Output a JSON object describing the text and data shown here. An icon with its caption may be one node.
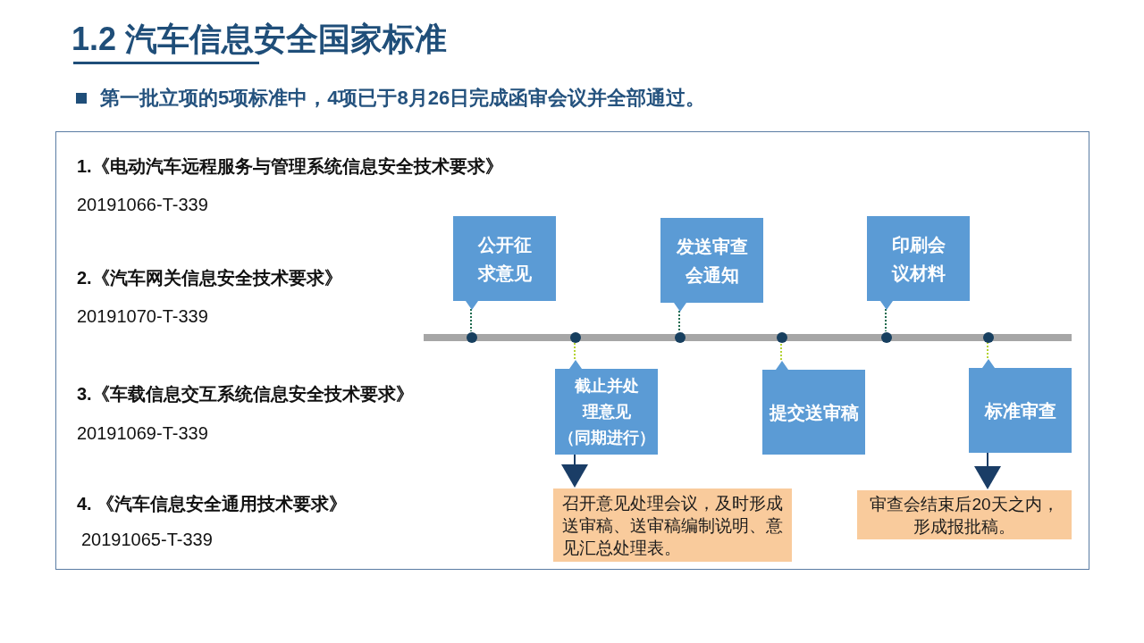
{
  "diagram": {
    "title": "1.2 汽车信息安全国家标准",
    "nodes": [
      {
        "text": [
          "1.《电动汽车远程服务与管理系统信息安全技术要求》",
          "20191066-T-339",
          "2.《汽车网关信息安全技术要求》",
          "20191070-T-339",
          "3.《车载信息交互系统信息安全技术要求》",
          "20191069-T-339",
          "4. 《汽车信息安全通用技术要求》",
          "20191065-T-339"
        ]
      },
      {
        "text": [
          "公开征求意见"
        ],
        "in": 0
      },
      {
        "text": [
          "发送审查会通知"
        ],
        "in": 0
      },
      {
        "text": [
          "印刷会议材料"
        ],
        "in": 0
      },
      {
        "text": [],
        "shape": "circle",
        "in": 0
      },
      {
        "text": [],
        "shape": "circle",
        "in": 0
      },
      {
        "text": [],
        "shape": "circle",
        "in": 0
      },
      {
        "text": [],
        "shape": "circle",
        "in": 0
      },
      {
        "text": [],
        "shape": "circle",
        "in": 0
      },
      {
        "text": [],
        "shape": "circle",
        "in": 0
      },
      {
        "text": [
          "截止并处理意见",
          "（同期进行）"
        ],
        "in": 0
      },
      {
        "text": [
          "提交送审稿"
        ],
        "in": 0
      },
      {
        "text": [
          "标准审查"
        ],
        "in": 0
      },
      {
        "text": [
          "召开意见处理会议，及时形成送审稿、送审稿编制说明、意见汇总处理表。"
        ],
        "in": 0
      },
      {
        "text": [
          "审查会结束后20天之内，形成报批稿。"
        ],
        "in": 0
      }
    ],
    "edges": [
      {
        "from": 1,
        "to": 4,
        "arrow": "none",
        "style": "dashed",
        "color": "#1e6b4e"
      },
      {
        "from": 10,
        "to": 5,
        "arrow": "none",
        "style": "dashed",
        "color": "#b4d334"
      },
      {
        "from": 2,
        "to": 6,
        "arrow": "none",
        "style": "dashed",
        "color": "#1e6b4e"
      },
      {
        "from": 11,
        "to": 7,
        "arrow": "none",
        "style": "dashed",
        "color": "#b4d334"
      },
      {
        "from": 3,
        "to": 8,
        "arrow": "none",
        "style": "dashed",
        "color": "#1e6b4e"
      },
      {
        "from": 12,
        "to": 9,
        "arrow": "none",
        "style": "dashed",
        "color": "#b4d334"
      },
      {
        "from": 10,
        "to": 13,
        "arrow": "to",
        "color": "#1a3d66"
      },
      {
        "from": 12,
        "to": 14,
        "arrow": "to",
        "color": "#1a3d66"
      }
    ],
    "labels": [
      "第一批立项的5项标准中，4项已于8月26日完成函审会议并全部通过。"
    ]
  }
}
